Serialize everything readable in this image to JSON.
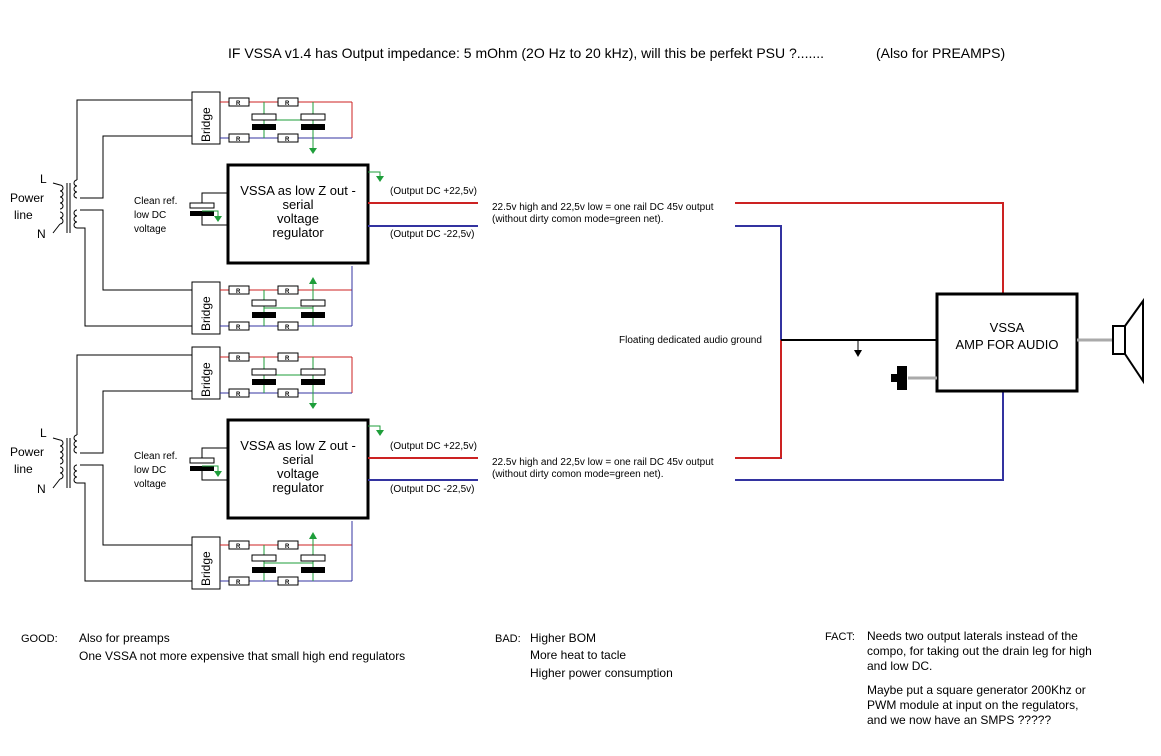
{
  "title": "IF VSSA v1.4 has Output impedance: 5 mOhm (2O Hz to 20 kHz), will this be perfekt PSU ?.......",
  "title_note": "(Also for PREAMPS)",
  "colors": {
    "positive_rail": "#cc2222",
    "negative_rail": "#3333a0",
    "ground_net": "#1e9e3a",
    "outline": "#000000",
    "speaker": "#aaaaaa"
  },
  "supply_top": {
    "power_line": [
      "Power",
      "line"
    ],
    "l_label": "L",
    "n_label": "N",
    "bridge_upper": "Bridge",
    "bridge_lower": "Bridge",
    "resistor_label": "R",
    "clean_ref": [
      "Clean ref.",
      "low DC",
      "voltage"
    ],
    "regulator": [
      "VSSA as low Z out -",
      "serial",
      "voltage",
      "regulator"
    ],
    "out_pos": "(Output DC +22,5v)",
    "out_neg": "(Output DC -22,5v)",
    "rail_note": [
      "22.5v high and 22,5v low = one rail DC 45v output",
      "(without dirty comon mode=green net)."
    ]
  },
  "supply_bottom": {
    "power_line": [
      "Power",
      "line"
    ],
    "l_label": "L",
    "n_label": "N",
    "bridge_upper": "Bridge",
    "bridge_lower": "Bridge",
    "resistor_label": "R",
    "clean_ref": [
      "Clean ref.",
      "low DC",
      "voltage"
    ],
    "regulator": [
      "VSSA as low Z out -",
      "serial",
      "voltage",
      "regulator"
    ],
    "out_pos": "(Output DC +22,5v)",
    "out_neg": "(Output DC -22,5v)",
    "rail_note": [
      "22.5v high and 22,5v low = one rail DC 45v output",
      "(without dirty comon mode=green net)."
    ]
  },
  "ground_label": "Floating dedicated audio ground",
  "amp": [
    "VSSA",
    "AMP FOR AUDIO"
  ],
  "notes": {
    "good_heading": "GOOD:",
    "good_items": [
      "Also for preamps",
      "One VSSA not more expensive that small high end regulators"
    ],
    "bad_heading": "BAD:",
    "bad_items": [
      "Higher BOM",
      "More heat to tacle",
      "Higher power consumption"
    ],
    "fact_heading": "FACT:",
    "fact_lines": [
      "Needs two output laterals instead of the",
      "compo, for taking out the drain leg for high",
      "and low DC."
    ],
    "fact_lines_2": [
      "Maybe put a square generator 200Khz or",
      "PWM module at input on the regulators,",
      "and we now have an SMPS ?????"
    ]
  }
}
